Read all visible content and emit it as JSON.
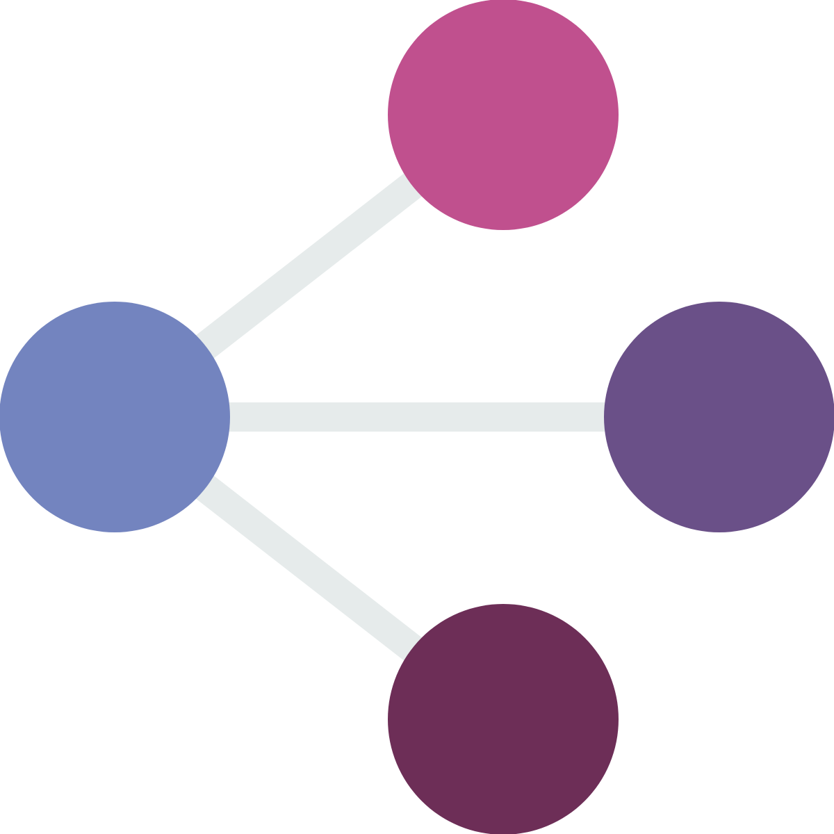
{
  "icon": {
    "name": "share-network-icon",
    "colors": {
      "background": "#ffffff",
      "connector": "#e6ebeb",
      "source_node": "#7384bf",
      "top_node": "#c0508e",
      "middle_node": "#6a5088",
      "bottom_node": "#6d2e57"
    },
    "nodes": [
      {
        "id": "source",
        "role": "source-node",
        "color_key": "source_node"
      },
      {
        "id": "top",
        "role": "target-node",
        "color_key": "top_node"
      },
      {
        "id": "middle",
        "role": "target-node",
        "color_key": "middle_node"
      },
      {
        "id": "bottom",
        "role": "target-node",
        "color_key": "bottom_node"
      }
    ],
    "connections": [
      {
        "from": "source",
        "to": "top"
      },
      {
        "from": "source",
        "to": "middle"
      },
      {
        "from": "source",
        "to": "bottom"
      }
    ]
  }
}
